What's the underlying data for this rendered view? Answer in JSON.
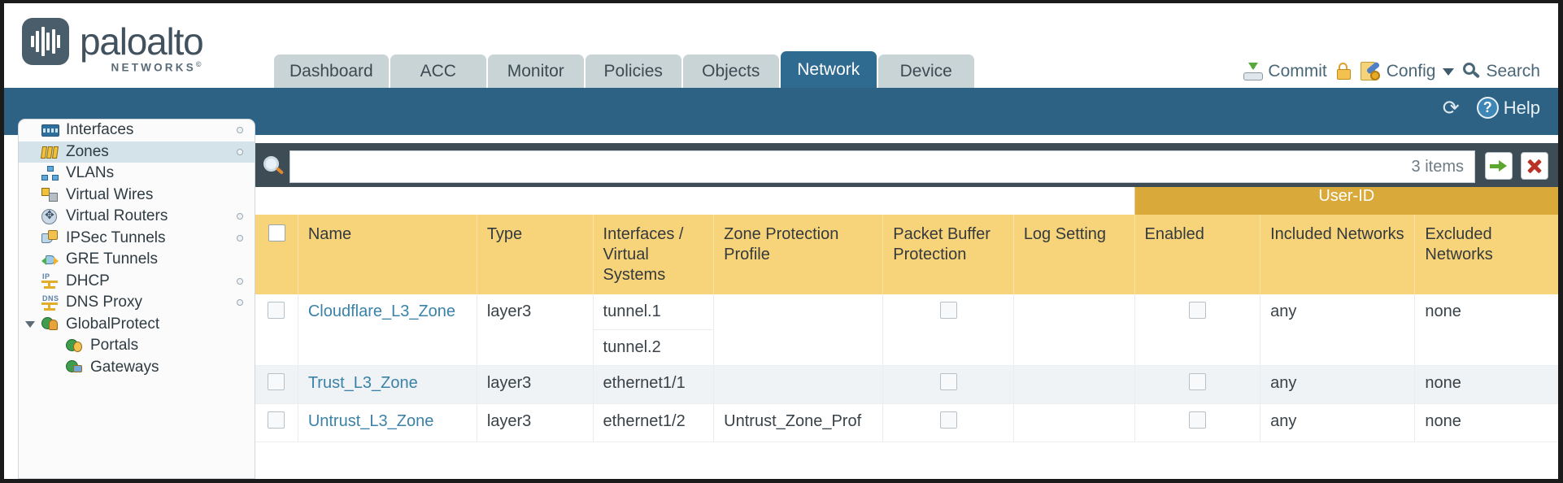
{
  "brand": {
    "name": "paloalto",
    "tagline": "NETWORKS",
    "registered": "©"
  },
  "nav": {
    "tabs": [
      {
        "label": "Dashboard",
        "active": false
      },
      {
        "label": "ACC",
        "active": false
      },
      {
        "label": "Monitor",
        "active": false
      },
      {
        "label": "Policies",
        "active": false
      },
      {
        "label": "Objects",
        "active": false
      },
      {
        "label": "Network",
        "active": true
      },
      {
        "label": "Device",
        "active": false
      }
    ]
  },
  "toolbar": {
    "commit_label": "Commit",
    "config_label": "Config",
    "search_label": "Search",
    "lock_icon": "padlock-icon",
    "commit_icon": "commit-download-icon",
    "config_icon": "config-wrench-icon",
    "search_icon": "search-magnifier-icon",
    "caret_icon": "chevron-down-icon"
  },
  "band": {
    "refresh_icon": "refresh-icon",
    "refresh_glyph": "⟳",
    "help_label": "Help",
    "help_glyph": "?"
  },
  "sidebar": {
    "items": [
      {
        "label": "Interfaces",
        "icon": "interfaces-icon",
        "selected": false,
        "dot": true,
        "child": false,
        "expander": false
      },
      {
        "label": "Zones",
        "icon": "zones-icon",
        "selected": true,
        "dot": true,
        "child": false,
        "expander": false
      },
      {
        "label": "VLANs",
        "icon": "vlans-icon",
        "selected": false,
        "dot": false,
        "child": false,
        "expander": false
      },
      {
        "label": "Virtual Wires",
        "icon": "virtual-wires-icon",
        "selected": false,
        "dot": false,
        "child": false,
        "expander": false
      },
      {
        "label": "Virtual Routers",
        "icon": "virtual-routers-icon",
        "selected": false,
        "dot": true,
        "child": false,
        "expander": false
      },
      {
        "label": "IPSec Tunnels",
        "icon": "ipsec-tunnels-icon",
        "selected": false,
        "dot": true,
        "child": false,
        "expander": false
      },
      {
        "label": "GRE Tunnels",
        "icon": "gre-tunnels-icon",
        "selected": false,
        "dot": false,
        "child": false,
        "expander": false
      },
      {
        "label": "DHCP",
        "icon": "dhcp-icon",
        "selected": false,
        "dot": true,
        "child": false,
        "expander": false
      },
      {
        "label": "DNS Proxy",
        "icon": "dns-proxy-icon",
        "selected": false,
        "dot": true,
        "child": false,
        "expander": false
      },
      {
        "label": "GlobalProtect",
        "icon": "globalprotect-icon",
        "selected": false,
        "dot": false,
        "child": false,
        "expander": true
      },
      {
        "label": "Portals",
        "icon": "portals-icon",
        "selected": false,
        "dot": false,
        "child": true,
        "expander": false
      },
      {
        "label": "Gateways",
        "icon": "gateways-icon",
        "selected": false,
        "dot": false,
        "child": true,
        "expander": false
      }
    ],
    "dhcp_badge": "IP",
    "dns_badge": "DNS"
  },
  "search": {
    "value": "",
    "placeholder": "",
    "items_count": "3 items",
    "apply_icon": "green-arrow-apply-icon",
    "clear_icon": "red-x-clear-icon",
    "magnifier_icon": "search-magnifier-icon"
  },
  "table": {
    "group_header": {
      "label": "User-ID",
      "span": 3
    },
    "columns": [
      "Name",
      "Type",
      "Interfaces / Virtual Systems",
      "Zone Protection Profile",
      "Packet Buffer Protection",
      "Log Setting",
      "Enabled",
      "Included Networks",
      "Excluded Networks"
    ],
    "rows": [
      {
        "name": "Cloudflare_L3_Zone",
        "type": "layer3",
        "interfaces": [
          "tunnel.1",
          "tunnel.2"
        ],
        "zone_protection_profile": "",
        "packet_buffer_protection": false,
        "log_setting": "",
        "userid_enabled": false,
        "included_networks": "any",
        "excluded_networks": "none",
        "alt": false
      },
      {
        "name": "Trust_L3_Zone",
        "type": "layer3",
        "interfaces": [
          "ethernet1/1"
        ],
        "zone_protection_profile": "",
        "packet_buffer_protection": false,
        "log_setting": "",
        "userid_enabled": false,
        "included_networks": "any",
        "excluded_networks": "none",
        "alt": true
      },
      {
        "name": "Untrust_L3_Zone",
        "type": "layer3",
        "interfaces": [
          "ethernet1/2"
        ],
        "zone_protection_profile": "Untrust_Zone_Prof",
        "packet_buffer_protection": false,
        "log_setting": "",
        "userid_enabled": false,
        "included_networks": "any",
        "excluded_networks": "none",
        "alt": false
      }
    ]
  },
  "colors": {
    "brand_slate": "#41525e",
    "nav_active": "#2f6a91",
    "nav_inactive": "#c8d4d6",
    "band_blue": "#2d6285",
    "content_slate": "#3e4c55",
    "header_amber": "#f7d379",
    "group_amber": "#d9a93a",
    "link_blue": "#3a82a8",
    "row_alt": "#eff3f5",
    "sidebar_selected": "#d4e2ea"
  }
}
